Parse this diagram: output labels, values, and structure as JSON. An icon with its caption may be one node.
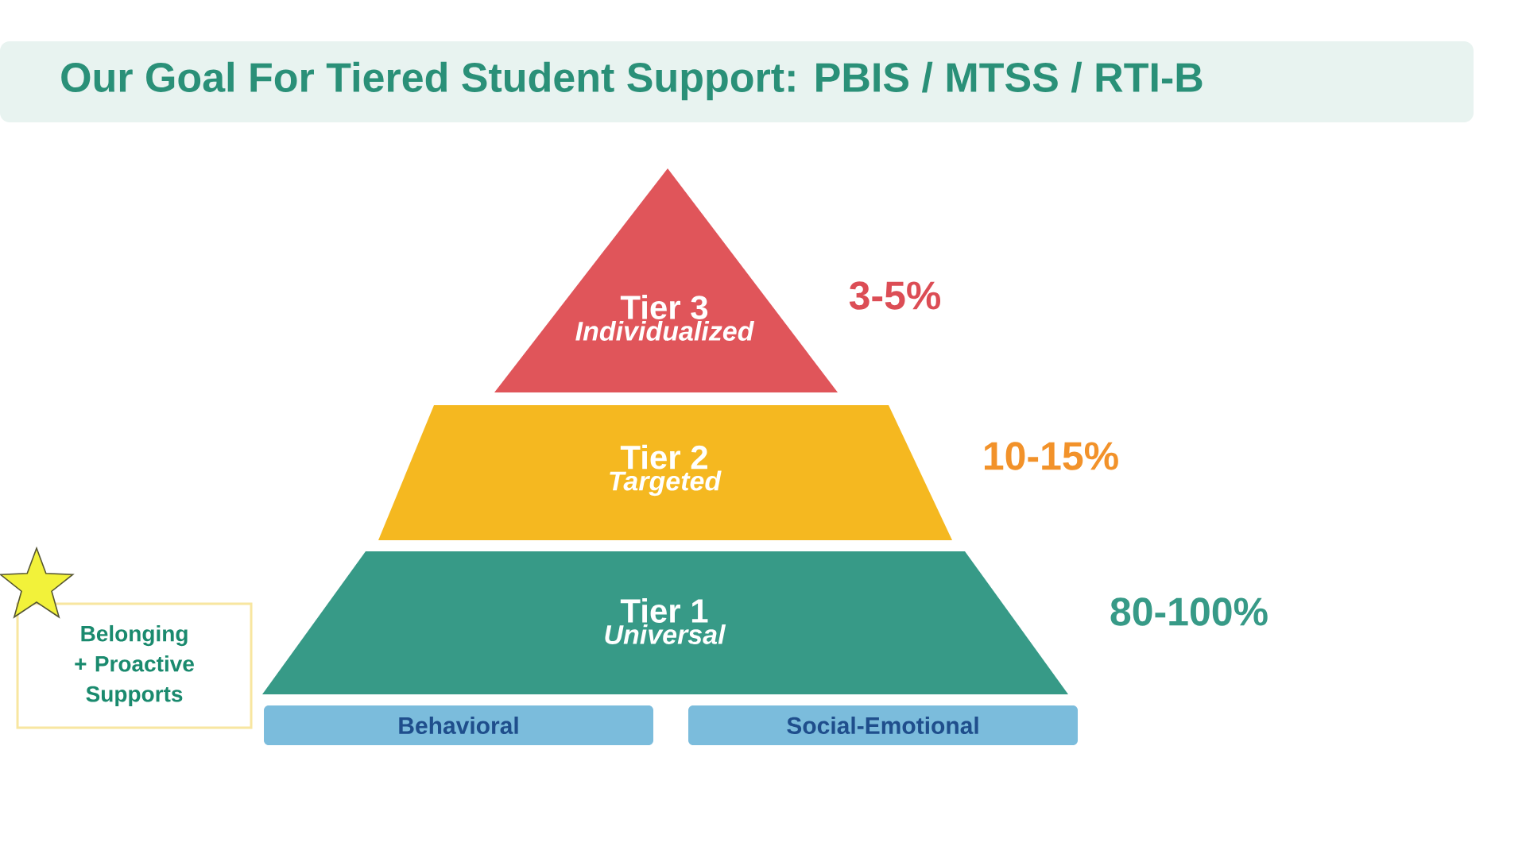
{
  "diagram": {
    "title": "Our Goal For Tiered Student Support: PBIS / MTSS / RTI-B",
    "nodes": [
      {
        "text": [
          "Tier 3",
          "Individualized"
        ],
        "beside": [
          "3-5%"
        ]
      },
      {
        "text": [
          "Tier 2",
          "Targeted"
        ],
        "beside": [
          "10-15%"
        ]
      },
      {
        "text": [
          "Tier 1",
          "Universal"
        ],
        "beside": [
          "80-100%"
        ]
      },
      {
        "text": [
          "Belonging + Proactive Supports"
        ]
      },
      {
        "text": [
          "Behavioral"
        ]
      },
      {
        "text": [
          "Social-Emotional"
        ]
      }
    ]
  }
}
